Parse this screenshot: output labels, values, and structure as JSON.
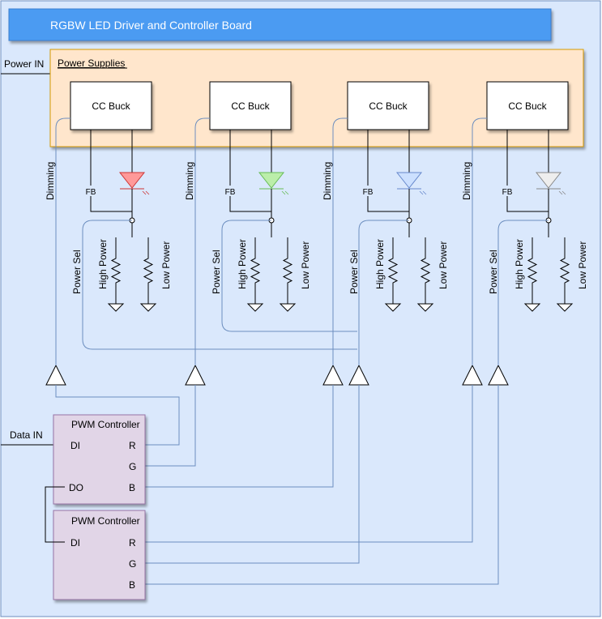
{
  "title": "RGBW LED Driver and Controller Board",
  "labels": {
    "power_in": "Power IN",
    "data_in": "Data IN",
    "power_supplies": "Power Supplies"
  },
  "channels": [
    {
      "buck": "CC Buck",
      "fb": "FB",
      "dimming": "Dimming",
      "power_sel": "Power Sel",
      "high_power": "High Power",
      "low_power": "Low Power",
      "led_color": "#ff9999",
      "led_stroke": "#cc3333"
    },
    {
      "buck": "CC Buck",
      "fb": "FB",
      "dimming": "Dimming",
      "power_sel": "Power Sel",
      "high_power": "High Power",
      "low_power": "Low Power",
      "led_color": "#bbeeaa",
      "led_stroke": "#66bb55"
    },
    {
      "buck": "CC Buck",
      "fb": "FB",
      "dimming": "Dimming",
      "power_sel": "Power Sel",
      "high_power": "High Power",
      "low_power": "Low Power",
      "led_color": "#cce0ff",
      "led_stroke": "#6688cc"
    },
    {
      "buck": "CC Buck",
      "fb": "FB",
      "dimming": "Dimming",
      "power_sel": "Power Sel",
      "high_power": "High Power",
      "low_power": "Low Power",
      "led_color": "#eeeeee",
      "led_stroke": "#888888"
    }
  ],
  "controllers": [
    {
      "title": "PWM Controller",
      "pins_left": [
        "DI",
        "DO"
      ],
      "pins_right": [
        "R",
        "G",
        "B"
      ]
    },
    {
      "title": "PWM Controller",
      "pins_left": [
        "DI"
      ],
      "pins_right": [
        "R",
        "G",
        "B"
      ]
    }
  ],
  "colors": {
    "board_bg": "#dae8fc",
    "board_stroke": "#6c8ebf",
    "title_bar": "#4c9bf2",
    "title_text": "#ffffff",
    "supply_bg": "#ffe6cc",
    "supply_stroke": "#d79b00",
    "controller_bg": "#e1d5e7",
    "controller_stroke": "#9673a6",
    "signal_wire": "#6c8ebf"
  }
}
